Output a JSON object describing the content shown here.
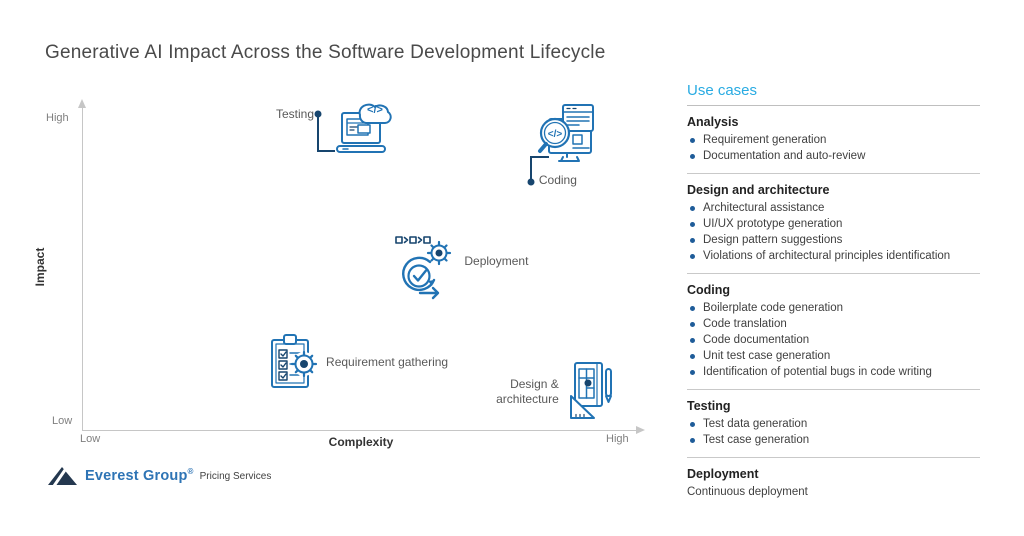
{
  "title": "Generative AI Impact Across the Software Development Lifecycle",
  "colors": {
    "accent_cyan": "#29ABE2",
    "icon_blue": "#2173B4",
    "icon_navy": "#17456E",
    "bullet_blue": "#1F5C99",
    "brand_blue": "#2E74B5",
    "axis_gray": "#C6C6C6"
  },
  "chart_data": {
    "type": "scatter",
    "title": "Generative AI Impact Across the Software Development Lifecycle",
    "xlabel": "Complexity",
    "ylabel": "Impact",
    "x_axis_ticks": [
      "Low",
      "High"
    ],
    "y_axis_ticks": [
      "Low",
      "High"
    ],
    "x_range": [
      0,
      1
    ],
    "y_range": [
      0,
      1
    ],
    "grid": false,
    "points": [
      {
        "label": "Testing",
        "icon": "laptop-cloud-code-icon",
        "x": 0.5,
        "y": 0.92
      },
      {
        "label": "Coding",
        "icon": "monitor-magnifier-code-icon",
        "x": 0.86,
        "y": 0.91
      },
      {
        "label": "Deployment",
        "icon": "agile-loop-gear-icon",
        "x": 0.61,
        "y": 0.5
      },
      {
        "label": "Requirement gathering",
        "icon": "clipboard-gear-icon",
        "x": 0.38,
        "y": 0.21
      },
      {
        "label": "Design & architecture",
        "icon": "blueprint-pencil-ruler-icon",
        "x": 0.91,
        "y": 0.12
      }
    ]
  },
  "use_cases": {
    "heading": "Use cases",
    "sections": [
      {
        "title": "Analysis",
        "items": [
          "Requirement generation",
          "Documentation and auto-review"
        ]
      },
      {
        "title": "Design and architecture",
        "items": [
          "Architectural assistance",
          "UI/UX prototype generation",
          "Design pattern suggestions",
          "Violations of architectural principles identification"
        ]
      },
      {
        "title": "Coding",
        "items": [
          "Boilerplate code generation",
          "Code translation",
          "Code documentation",
          "Unit test case generation",
          "Identification of potential bugs in code writing"
        ]
      },
      {
        "title": "Testing",
        "items": [
          "Test data generation",
          "Test case generation"
        ]
      },
      {
        "title": "Deployment",
        "plain_items": [
          "Continuous deployment"
        ]
      }
    ]
  },
  "footer": {
    "brand": "Everest Group",
    "registered": "®",
    "tagline": "Pricing Services"
  }
}
